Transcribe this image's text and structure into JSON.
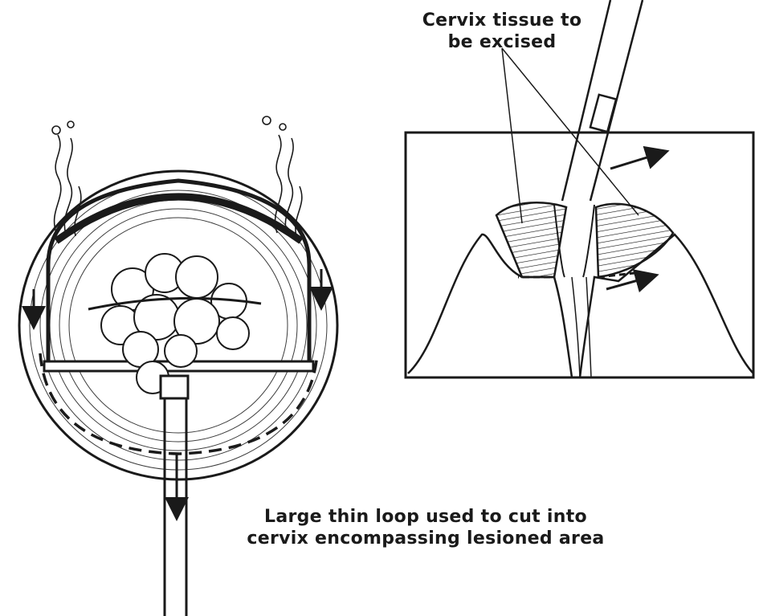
{
  "labels": {
    "excised_tissue": {
      "line1": "Cervix tissue to",
      "line2": "be excised"
    },
    "loop": {
      "line1": "Large thin loop used to cut into",
      "line2": "cervix encompassing lesioned area"
    }
  },
  "colors": {
    "ink": "#1a1a1a",
    "background": "#ffffff"
  }
}
